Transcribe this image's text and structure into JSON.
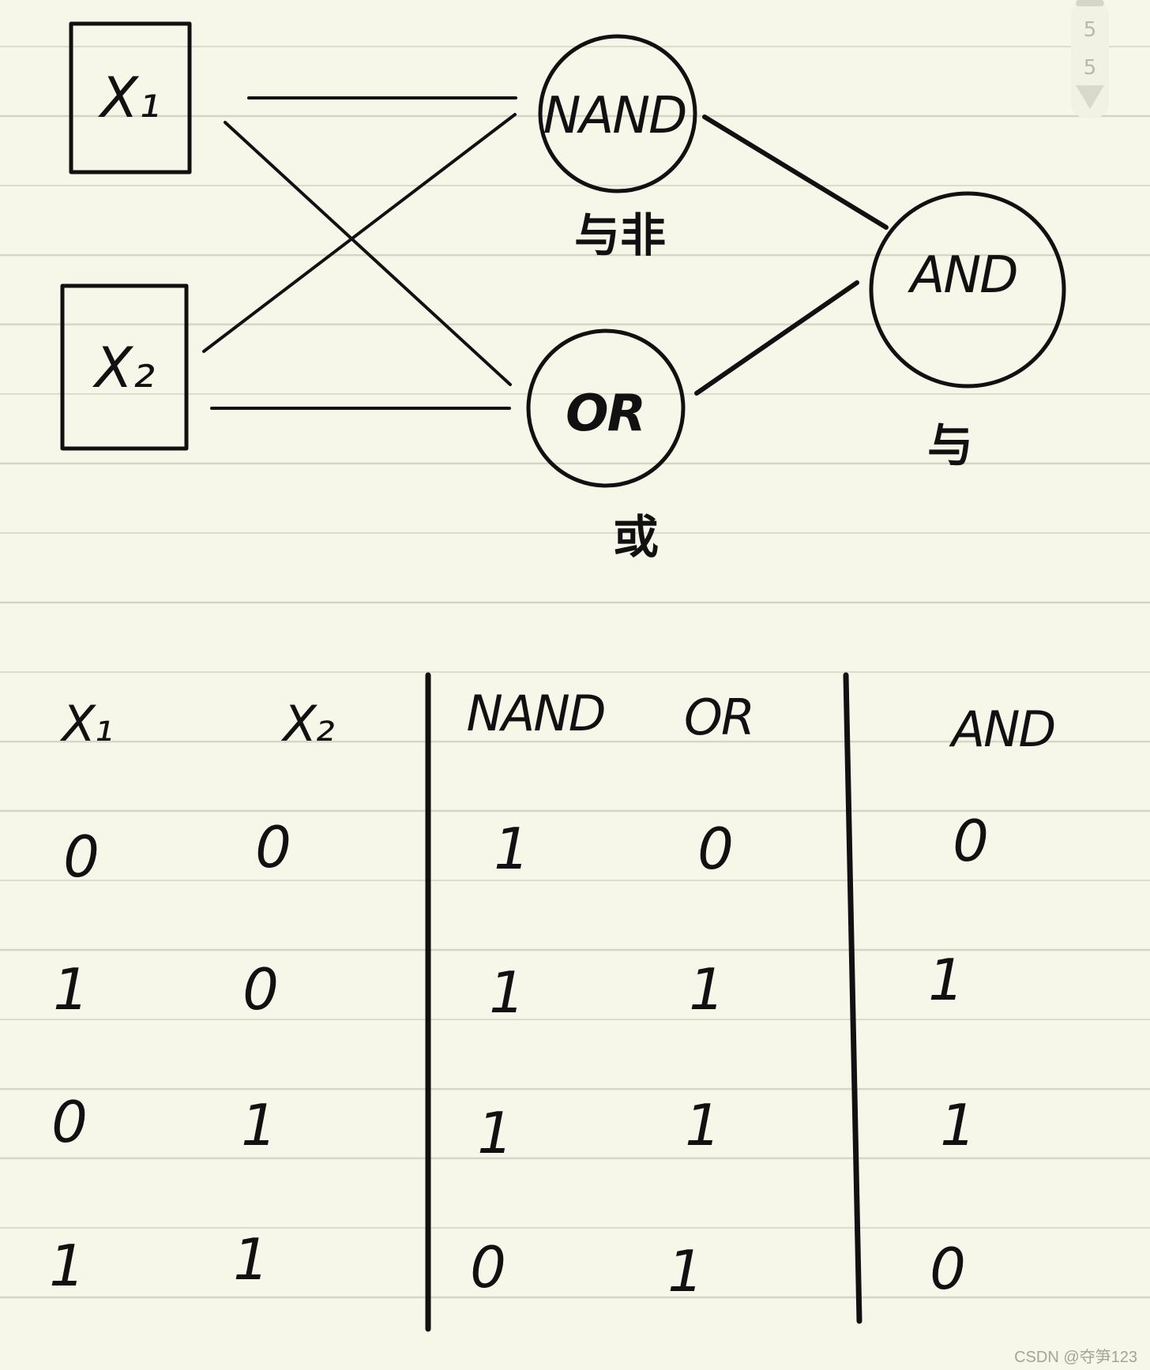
{
  "diagram": {
    "inputs": [
      {
        "id": "x1",
        "label": "X₁"
      },
      {
        "id": "x2",
        "label": "X₂"
      }
    ],
    "gates": [
      {
        "id": "nand",
        "label": "NAND",
        "caption": "与非"
      },
      {
        "id": "or",
        "label": "OR",
        "caption": "或"
      },
      {
        "id": "and",
        "label": "AND",
        "caption": "与"
      }
    ],
    "edges": [
      {
        "from": "x1",
        "to": "nand"
      },
      {
        "from": "x1",
        "to": "or"
      },
      {
        "from": "x2",
        "to": "nand"
      },
      {
        "from": "x2",
        "to": "or"
      },
      {
        "from": "nand",
        "to": "and"
      },
      {
        "from": "or",
        "to": "and"
      }
    ]
  },
  "truth_table": {
    "headers": [
      "X₁",
      "X₂",
      "NAND",
      "OR",
      "AND"
    ],
    "rows": [
      [
        "0",
        "0",
        "1",
        "0",
        "0"
      ],
      [
        "1",
        "0",
        "1",
        "1",
        "1"
      ],
      [
        "0",
        "1",
        "1",
        "1",
        "1"
      ],
      [
        "1",
        "1",
        "0",
        "1",
        "0"
      ]
    ]
  },
  "page_indicator": {
    "current": "5",
    "total": "5"
  },
  "watermark": "CSDN @夺笋123"
}
